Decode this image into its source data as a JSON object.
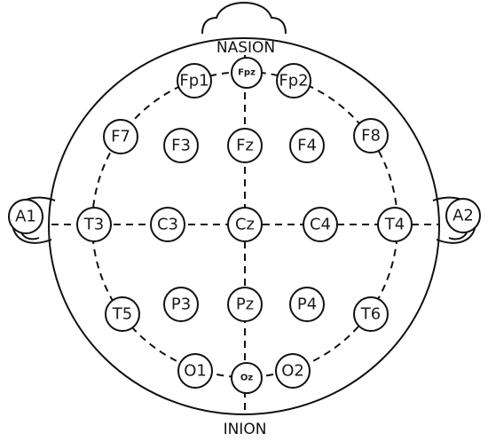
{
  "landmarks": {
    "top": "NASION",
    "bottom": "INION"
  },
  "electrodes": {
    "fp1": "Fp1",
    "fpz": "Fpz",
    "fp2": "Fp2",
    "f7": "F7",
    "f3": "F3",
    "fz": "Fz",
    "f4": "F4",
    "f8": "F8",
    "a1": "A1",
    "t3": "T3",
    "c3": "C3",
    "cz": "Cz",
    "c4": "C4",
    "t4": "T4",
    "a2": "A2",
    "t5": "T5",
    "p3": "P3",
    "pz": "Pz",
    "p4": "P4",
    "t6": "T6",
    "o1": "O1",
    "oz": "Oz",
    "o2": "O2"
  },
  "colors": {
    "stroke": "#111111",
    "fill": "#ffffff"
  }
}
